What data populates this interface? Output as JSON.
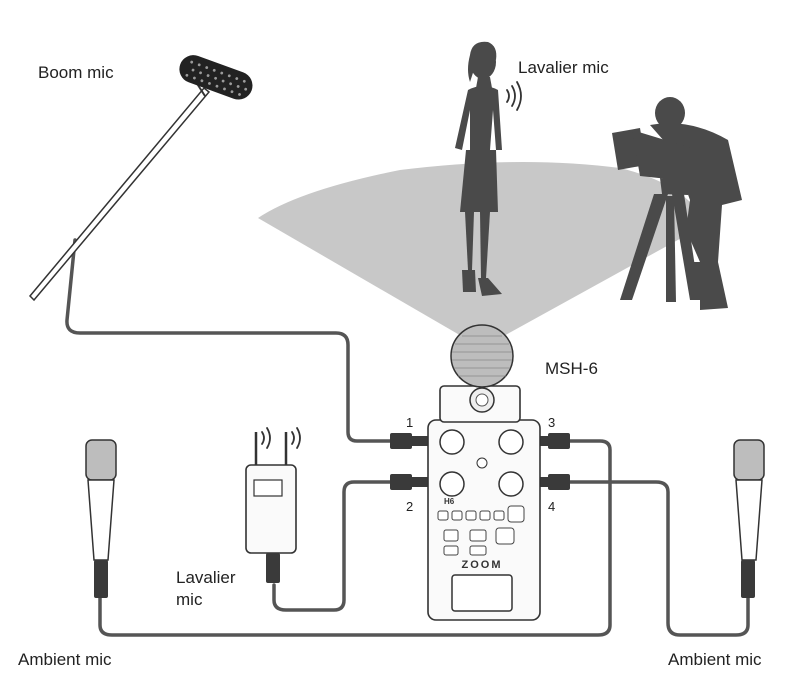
{
  "labels": {
    "boom_mic": "Boom mic",
    "lavalier_mic_top": "Lavalier mic",
    "msh6": "MSH-6",
    "lavalier_mic_line1": "Lavalier",
    "lavalier_mic_line2": "mic",
    "ambient_mic_left": "Ambient mic",
    "ambient_mic_right": "Ambient mic"
  },
  "inputs": [
    "1",
    "2",
    "3",
    "4"
  ],
  "recorder": {
    "brand": "ZOOM",
    "model": "H6"
  },
  "colors": {
    "silhouette": "#4a4a4a",
    "cable": "#555555",
    "pickup_cone": "#c8c8c8",
    "outline": "#333333"
  }
}
